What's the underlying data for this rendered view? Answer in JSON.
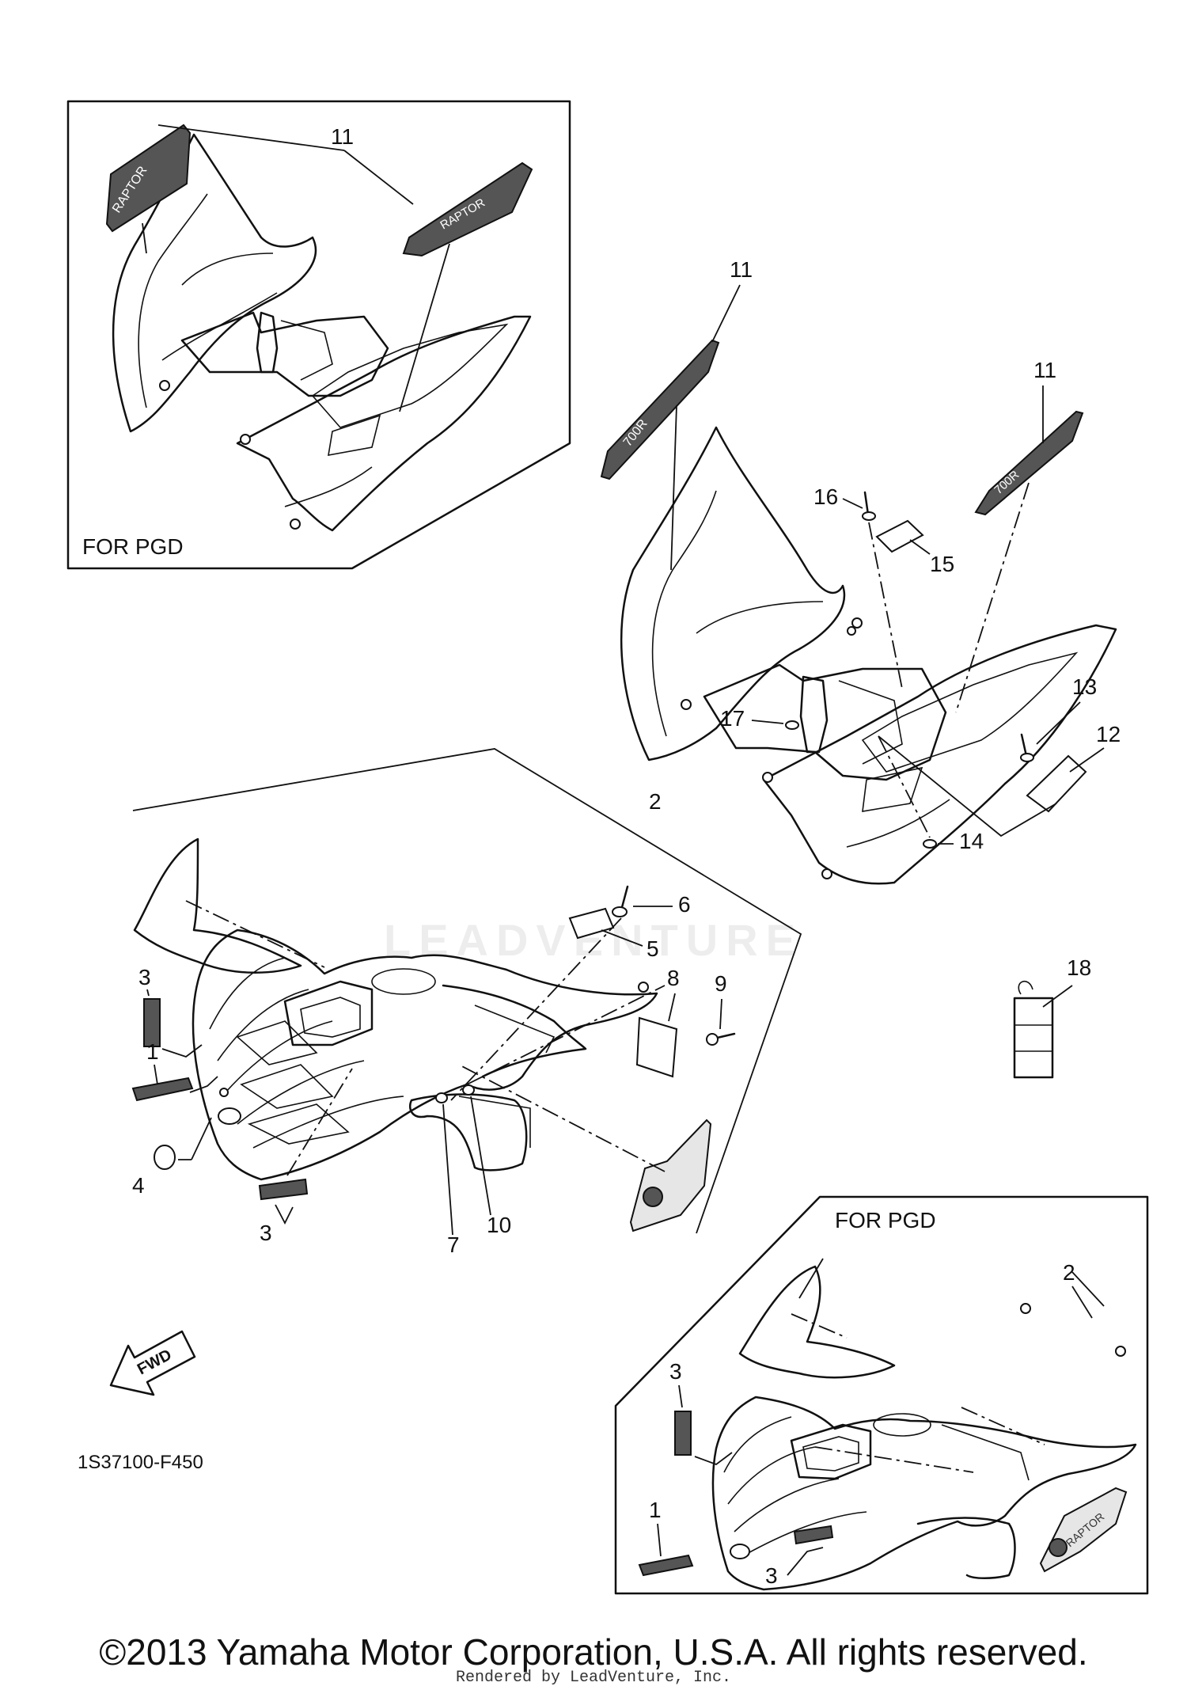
{
  "box_labels": {
    "top_left": "FOR PGD",
    "bottom_right": "FOR PGD"
  },
  "callouts": {
    "c11_box": "11",
    "c11_mid": "11",
    "c11_right": "11",
    "c16": "16",
    "c15": "15",
    "c17": "17",
    "c13": "13",
    "c12": "12",
    "c14": "14",
    "c2_main": "2",
    "c6": "6",
    "c5": "5",
    "c8": "8",
    "c9": "9",
    "c18": "18",
    "c3_upper": "3",
    "c1_main": "1",
    "c4": "4",
    "c3_lower": "3",
    "c7": "7",
    "c10": "10",
    "c2_box": "2",
    "c3_box_upper": "3",
    "c1_box": "1",
    "c3_box_lower": "3"
  },
  "fwd_label": "FWD",
  "diagram_code": "1S37100-F450",
  "decal_texts": {
    "raptor": "RAPTOR",
    "model": "700R"
  },
  "watermark": "LEADVENTURE",
  "copyright": "©2013 Yamaha Motor Corporation, U.S.A. All rights reserved.",
  "rendered_by": "Rendered by LeadVenture, Inc."
}
